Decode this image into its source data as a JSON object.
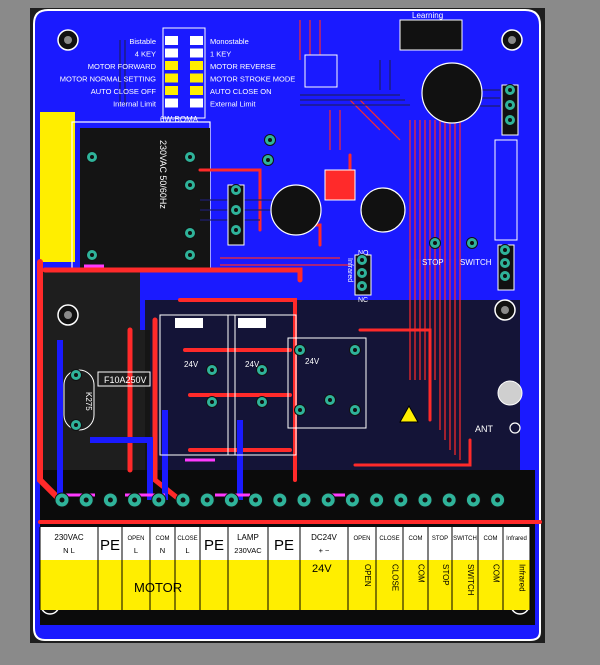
{
  "colors": {
    "background": "#8a8a8a",
    "board_outline": "#ffffff",
    "copper_blue": "#1a1aff",
    "trace_red": "#ff2a2a",
    "trace_dark": "#1e1e6e",
    "pad_teal": "#2fb39a",
    "silk": "#ffffff",
    "yellow": "#ffee00",
    "terminal_strip": "#ffffff"
  },
  "dip_switch": {
    "left_labels": [
      "Bistable",
      "4 KEY",
      "MOTOR FORWARD",
      "MOTOR NORMAL SETTING",
      "AUTO CLOSE OFF",
      "Internal Limit"
    ],
    "right_labels": [
      "Monostable",
      "1 KEY",
      "MOTOR REVERSE",
      "MOTOR STROKE MODE",
      "AUTO CLOSE ON",
      "External Limit"
    ],
    "caption": "6W-BOMA",
    "highlight_left": [
      2,
      3,
      4
    ],
    "highlight_right": [
      2,
      3,
      4
    ]
  },
  "labels": {
    "mains": "230VAC 50/60Hz",
    "fuse": "F10A250V",
    "varistor": "K275",
    "relay_a": "24V",
    "relay_b": "24V",
    "relay_c": "24V",
    "learning": "Learning",
    "stop": "STOP",
    "switch": "SWITCH",
    "no": "NO",
    "nc": "NC",
    "infrared": "Infrared",
    "ant": "ANT"
  },
  "terminals": {
    "top_row": [
      {
        "l1": "230VAC",
        "l2": "N     L"
      },
      {
        "l1": "PE",
        "l2": ""
      },
      {
        "l1": "OPEN",
        "l2": "L"
      },
      {
        "l1": "COM",
        "l2": "N"
      },
      {
        "l1": "CLOSE",
        "l2": "L"
      },
      {
        "l1": "PE",
        "l2": ""
      },
      {
        "l1": "LAMP",
        "l2": "230VAC"
      },
      {
        "l1": "PE",
        "l2": ""
      },
      {
        "l1": "DC24V",
        "l2": "+    −"
      },
      {
        "l1": "OPEN",
        "l2": ""
      },
      {
        "l1": "CLOSE",
        "l2": ""
      },
      {
        "l1": "COM",
        "l2": ""
      },
      {
        "l1": "STOP",
        "l2": ""
      },
      {
        "l1": "SWITCH",
        "l2": ""
      },
      {
        "l1": "COM",
        "l2": ""
      },
      {
        "l1": "Infrared",
        "l2": ""
      }
    ],
    "motor": "MOTOR",
    "dc_bottom": "24V",
    "bottom_vertical": [
      "OPEN",
      "CLOSE",
      "COM",
      "STOP",
      "SWITCH",
      "COM",
      "Infrared"
    ]
  }
}
